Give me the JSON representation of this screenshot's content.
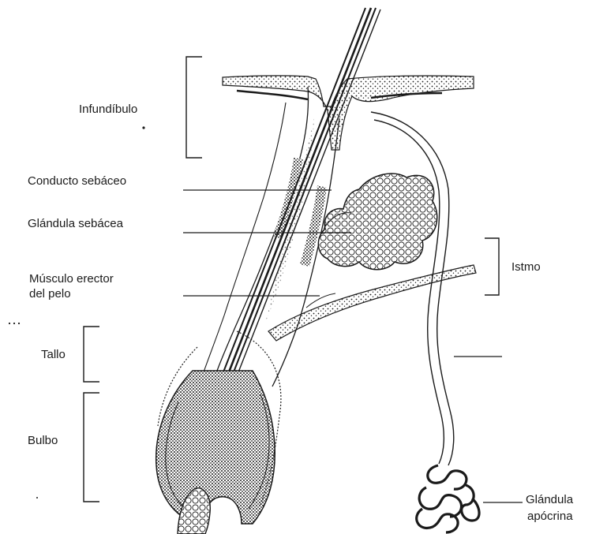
{
  "labels": {
    "infundibulo": "Infundíbulo",
    "conducto_sebaceo": "Conducto sebáceo",
    "glandula_sebacea": "Glándula sebácea",
    "musculo_line1": "Músculo erector",
    "musculo_line2": "del pelo",
    "istmo": "Istmo",
    "tallo": "Tallo",
    "bulbo": "Bulbo",
    "glandula_apocrina_line1": "Glándula",
    "glandula_apocrina_line2": "apócrina"
  },
  "colors": {
    "ink": "#1a1a1a",
    "background": "#ffffff"
  }
}
